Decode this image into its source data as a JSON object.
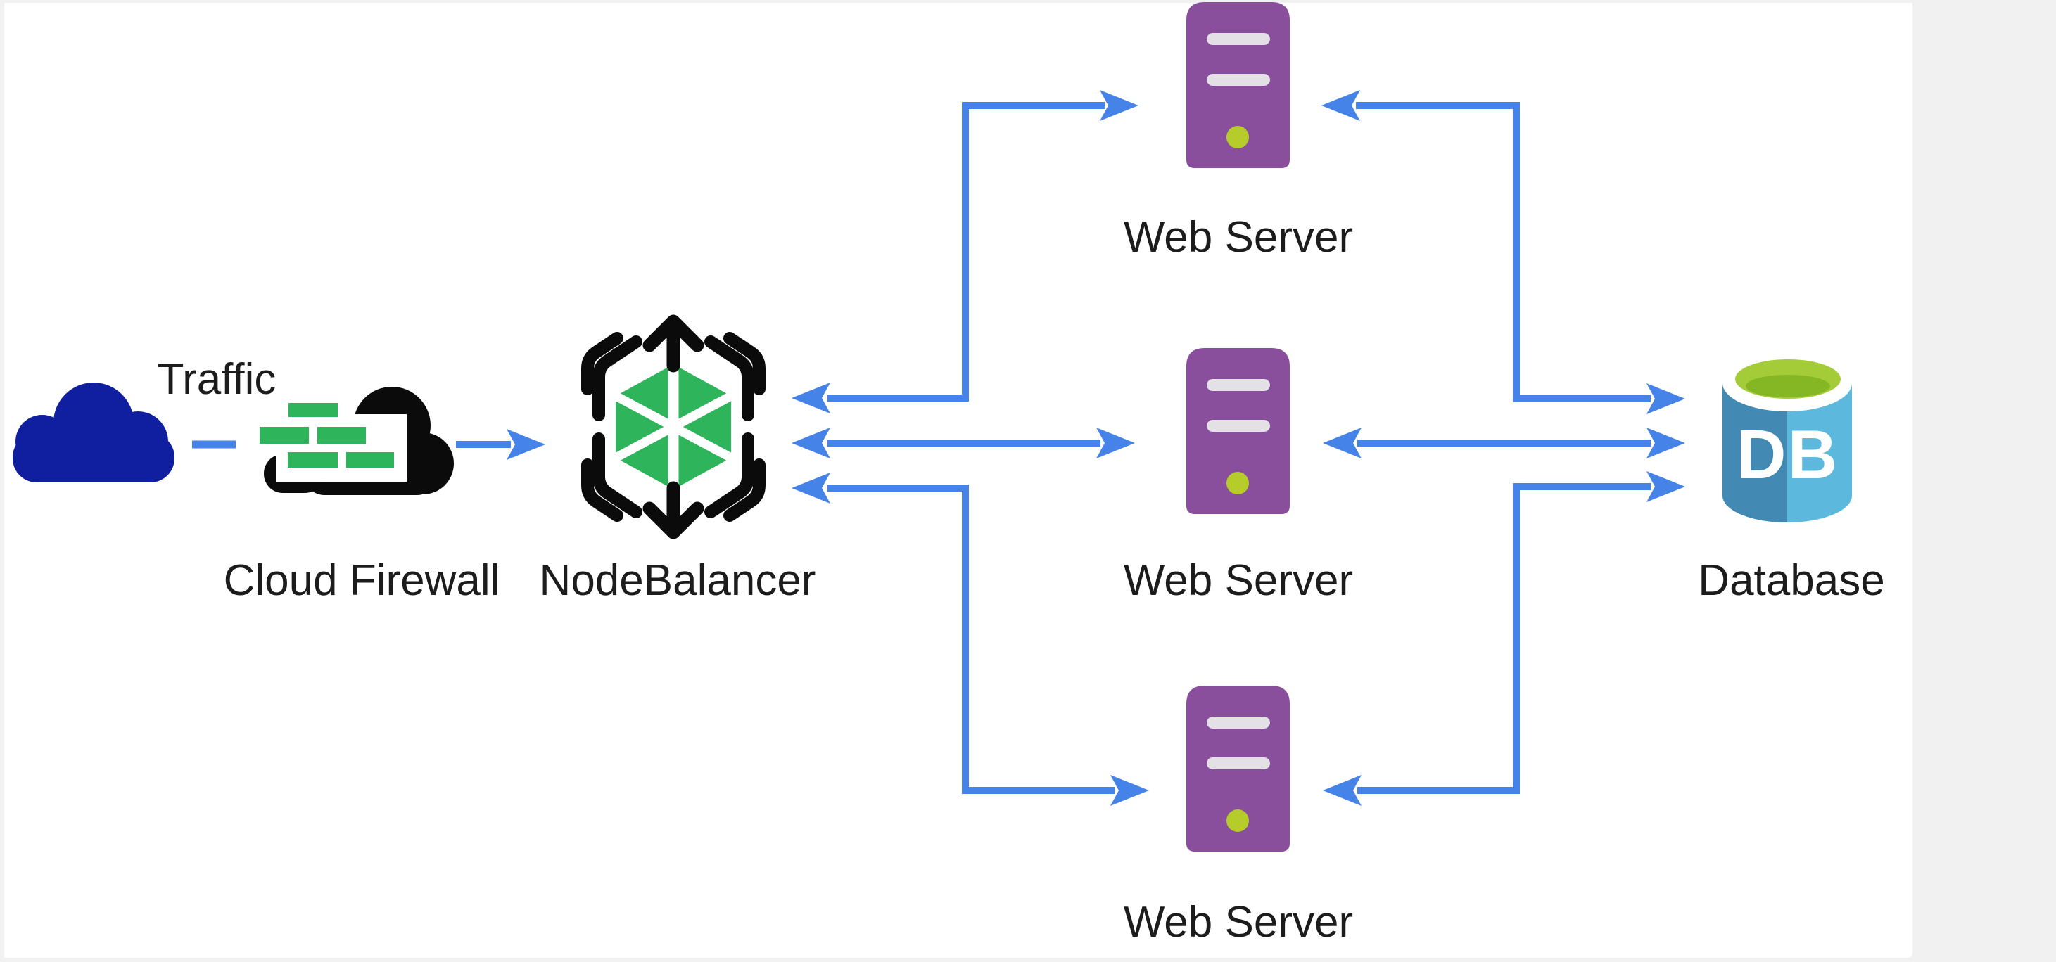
{
  "diagram": {
    "type": "network-architecture",
    "canvas_background": "#ffffff",
    "margin_background": "#f1f1f2"
  },
  "colors": {
    "arrow_blue": "#4583e8",
    "cloud_navy": "#101fa0",
    "ink_black": "#0b0b0b",
    "brick_green": "#2eb45b",
    "balancer_green": "#2eb45b",
    "server_purple": "#8a4f9c",
    "server_slot_gray": "#e3e1e6",
    "server_led_green": "#b6cc2b",
    "db_blue_light": "#5cb9dd",
    "db_blue_dark": "#4289b4",
    "db_green_rim": "#a4cc39",
    "db_green_inner": "#84b723",
    "label_black": "#1c1c1c",
    "canvas_white": "#ffffff",
    "side_panel_gray": "#f1f1f2"
  },
  "nodes": {
    "traffic": {
      "label": "Traffic"
    },
    "cloud_firewall": {
      "label": "Cloud Firewall"
    },
    "nodebalancer": {
      "label": "NodeBalancer"
    },
    "web_server_top": {
      "label": "Web Server"
    },
    "web_server_middle": {
      "label": "Web Server"
    },
    "web_server_bottom": {
      "label": "Web Server"
    },
    "database": {
      "label": "Database",
      "badge": "DB"
    }
  },
  "connections": [
    {
      "from": "traffic",
      "to": "cloud_firewall",
      "style": "dash"
    },
    {
      "from": "cloud_firewall",
      "to": "nodebalancer",
      "style": "arrow-right"
    },
    {
      "from": "nodebalancer",
      "to": "web_server_top",
      "style": "double-arrow-elbow"
    },
    {
      "from": "nodebalancer",
      "to": "web_server_middle",
      "style": "double-arrow-straight"
    },
    {
      "from": "nodebalancer",
      "to": "web_server_bottom",
      "style": "double-arrow-elbow"
    },
    {
      "from": "web_server_top",
      "to": "database",
      "style": "double-arrow-elbow"
    },
    {
      "from": "web_server_middle",
      "to": "database",
      "style": "double-arrow-straight"
    },
    {
      "from": "web_server_bottom",
      "to": "database",
      "style": "double-arrow-elbow"
    }
  ]
}
